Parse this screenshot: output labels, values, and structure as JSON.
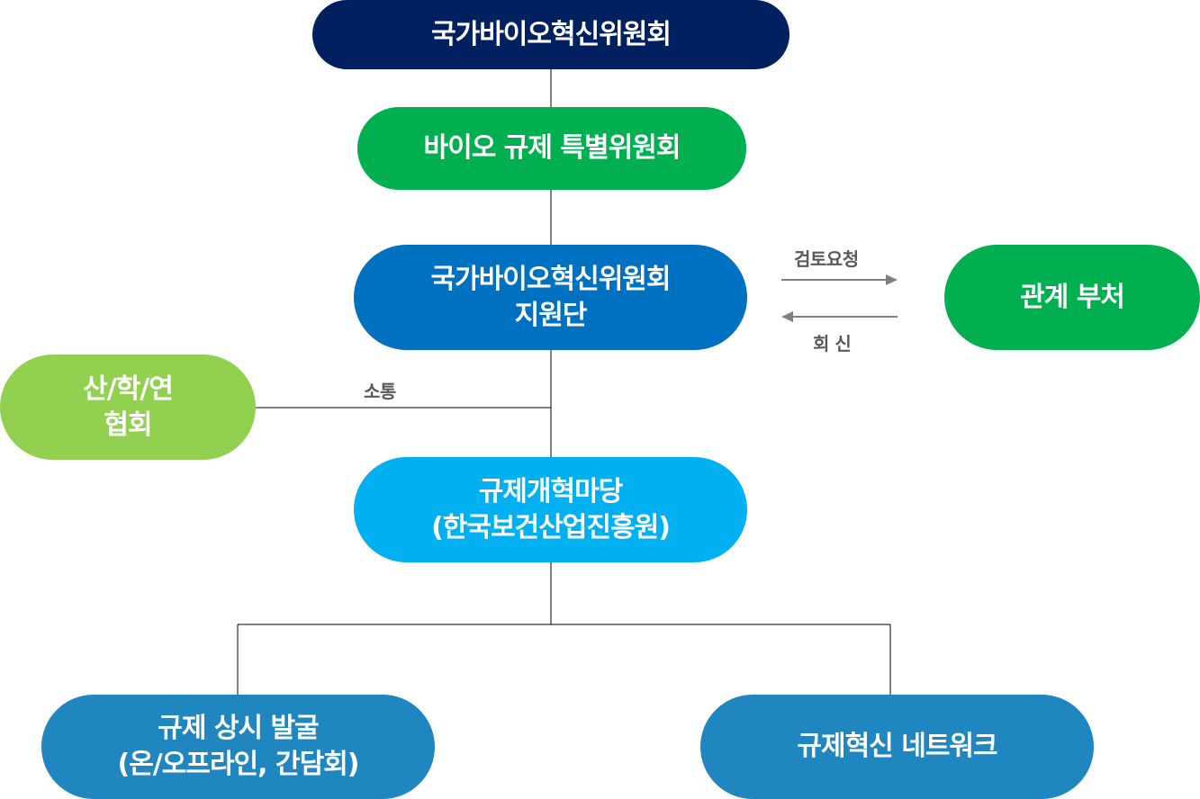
{
  "nodes": {
    "national_committee": {
      "text": "국가바이오혁신위원회",
      "color": "#002060"
    },
    "special_committee": {
      "text": "바이오 규제 특별위원회",
      "color": "#00B050"
    },
    "support_team": {
      "line1": "국가바이오혁신위원회",
      "line2": "지원단",
      "color": "#0070C0"
    },
    "related_ministries": {
      "text": "관계 부처",
      "color": "#00B050"
    },
    "industry_academia": {
      "line1": "산/학/연",
      "line2": "협회",
      "color": "#92D050"
    },
    "reform_forum": {
      "line1": "규제개혁마당",
      "line2": "(한국보건산업진흥원)",
      "color": "#00B0F0"
    },
    "regular_discovery": {
      "line1": "규제 상시 발굴",
      "line2": "(온/오프라인, 간담회)",
      "color": "#1F86BF"
    },
    "innovation_network": {
      "text": "규제혁신 네트워크",
      "color": "#1F86BF"
    }
  },
  "labels": {
    "review_request": "검토요청",
    "reply": "회 신",
    "communication": "소통"
  },
  "colors": {
    "connector": "#000000",
    "arrow": "#7F7F7F",
    "label_text": "#595959"
  }
}
